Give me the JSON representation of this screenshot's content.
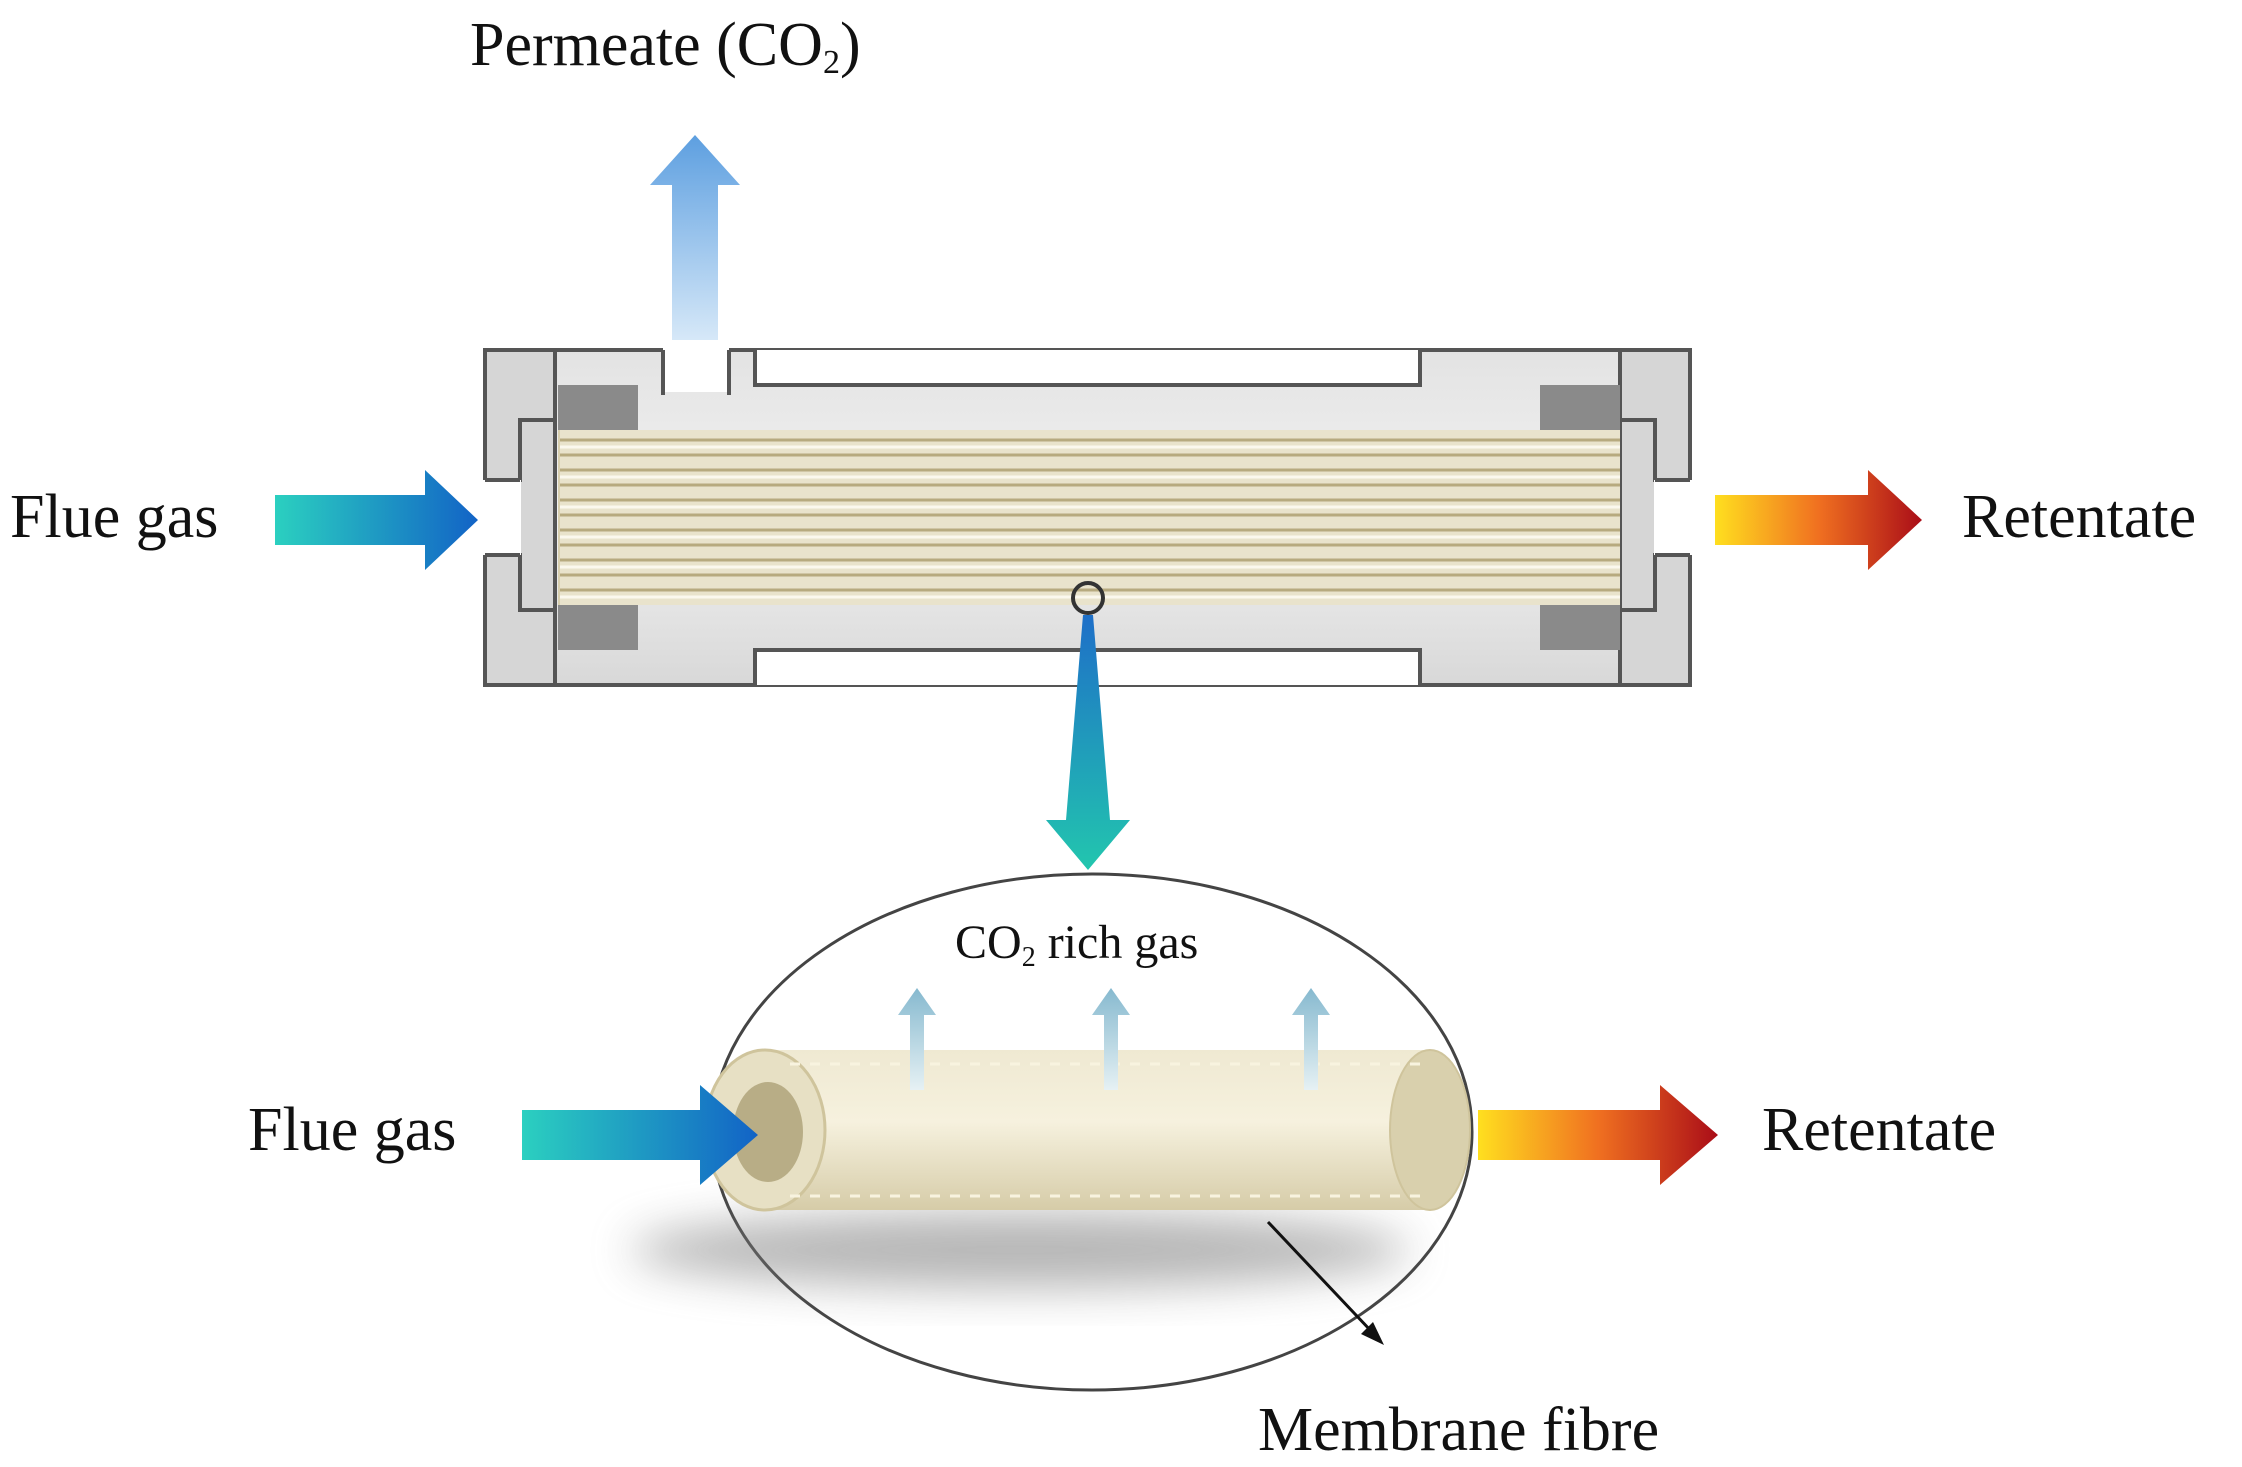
{
  "labels": {
    "permeate_prefix": "Permeate (CO",
    "permeate_sub": "2",
    "permeate_suffix": ")",
    "flue_gas_top": "Flue gas",
    "retentate_top": "Retentate",
    "co2_prefix": "CO",
    "co2_sub": "2",
    "co2_suffix": " rich gas",
    "flue_gas_bottom": "Flue gas",
    "retentate_bottom": "Retentate",
    "membrane_fibre": "Membrane fibre"
  },
  "colors": {
    "feed_start": "#22c1b8",
    "feed_end": "#1466c8",
    "retentate_start": "#ffd21a",
    "retentate_end": "#b0121a",
    "permeate": "#7fb6ea",
    "housing": "#dcdcdc",
    "housing_stroke": "#555555",
    "fibre": "#e8e1c6"
  }
}
